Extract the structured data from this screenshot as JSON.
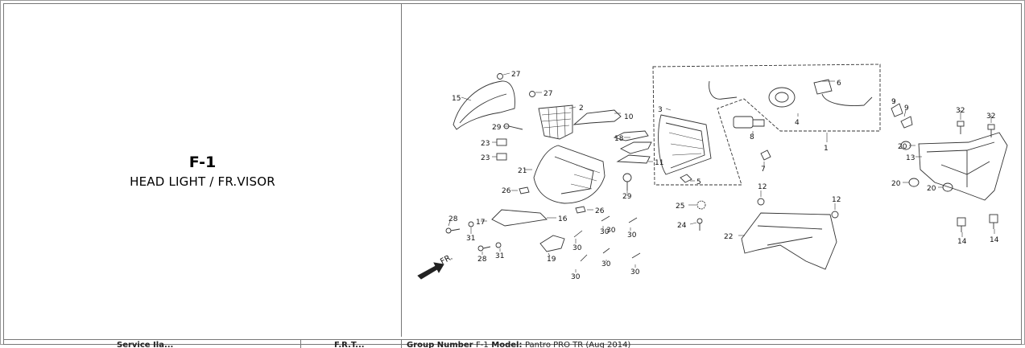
{
  "header": {
    "code": "F-1",
    "subtitle": "HEAD LIGHT / FR.VISOR"
  },
  "diagram": {
    "direction_label": "FR.",
    "part_labels": [
      "27",
      "27",
      "15",
      "2",
      "10",
      "3",
      "6",
      "9",
      "9",
      "32",
      "32",
      "29",
      "18",
      "8",
      "4",
      "23",
      "23",
      "1",
      "20",
      "13",
      "11",
      "21",
      "7",
      "5",
      "12",
      "20",
      "20",
      "26",
      "29",
      "25",
      "12",
      "24",
      "26",
      "16",
      "22",
      "28",
      "17",
      "14",
      "14",
      "31",
      "30",
      "30",
      "30",
      "28",
      "31",
      "30",
      "19",
      "30",
      "30",
      "30"
    ]
  },
  "bottom": {
    "col1": "Service Ila...",
    "col2": "F.R.T...",
    "col3_label": "Group Number",
    "col3_value": "F-1",
    "col3_model_label": "Model:",
    "col3_model_value": "Pantro PRO TR (Aug 2014)"
  }
}
